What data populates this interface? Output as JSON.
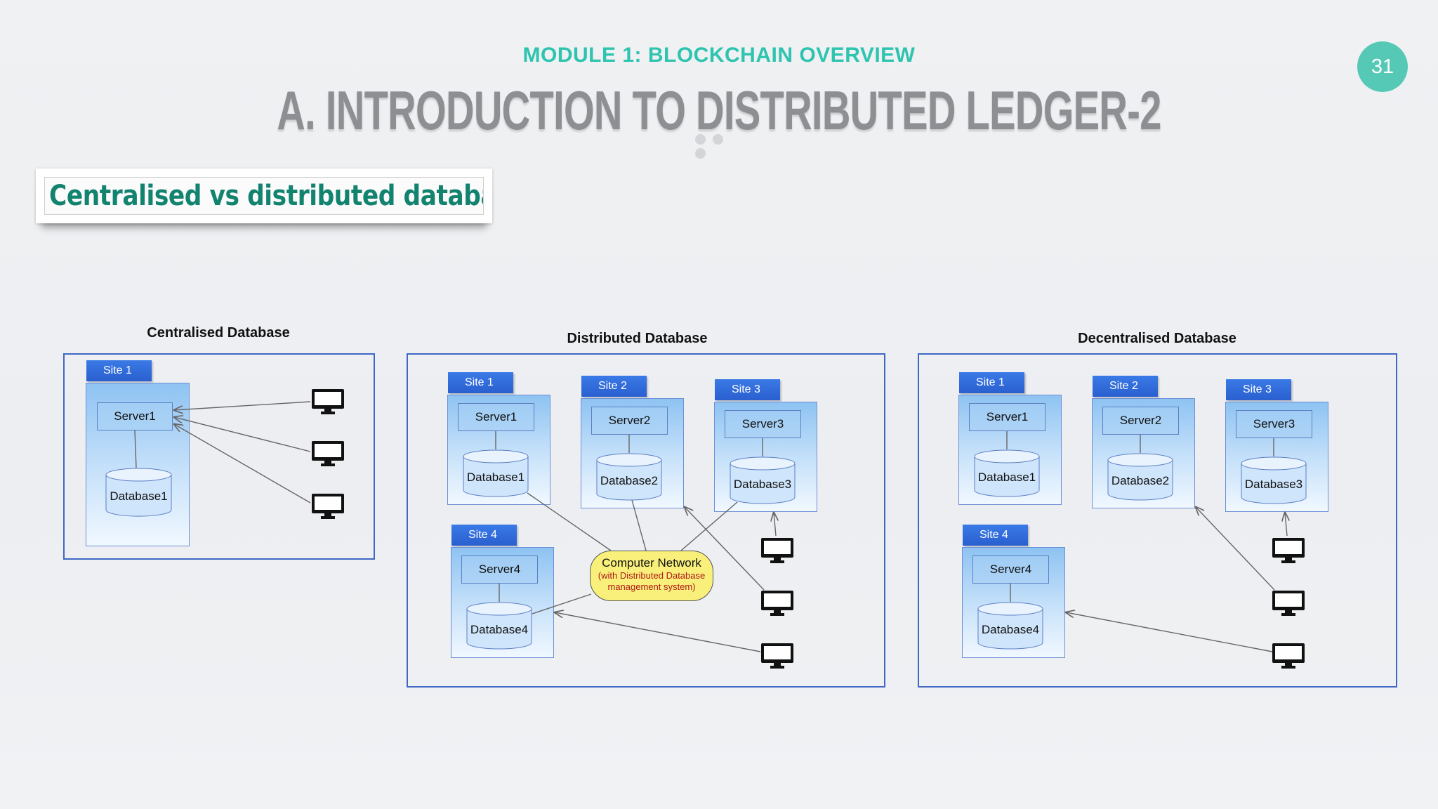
{
  "header": {
    "module": "MODULE 1: BLOCKCHAIN OVERVIEW",
    "title": "A. INTRODUCTION TO DISTRIBUTED LEDGER-2",
    "page_number": "31"
  },
  "subtitle": "Centralised vs distributed databases",
  "diagrams": {
    "centralised": {
      "title": "Centralised Database",
      "site": "Site 1",
      "server": "Server1",
      "database": "Database1"
    },
    "distributed": {
      "title": "Distributed Database",
      "sites": [
        {
          "site": "Site 1",
          "server": "Server1",
          "database": "Database1"
        },
        {
          "site": "Site 2",
          "server": "Server2",
          "database": "Database2"
        },
        {
          "site": "Site 3",
          "server": "Server3",
          "database": "Database3"
        },
        {
          "site": "Site 4",
          "server": "Server4",
          "database": "Database4"
        }
      ],
      "network": {
        "label": "Computer Network",
        "sublabel_1": "(with Distributed Database",
        "sublabel_2": "management system)"
      }
    },
    "decentralised": {
      "title": "Decentralised Database",
      "sites": [
        {
          "site": "Site 1",
          "server": "Server1",
          "database": "Database1"
        },
        {
          "site": "Site 2",
          "server": "Server2",
          "database": "Database2"
        },
        {
          "site": "Site 3",
          "server": "Server3",
          "database": "Database3"
        },
        {
          "site": "Site 4",
          "server": "Server4",
          "database": "Database4"
        }
      ]
    }
  },
  "colors": {
    "accent": "#2ec4b0",
    "subtitle": "#12836f",
    "frame": "#3f68c4",
    "tab": "#2f6ad8",
    "network_fill": "#f8f07a"
  }
}
